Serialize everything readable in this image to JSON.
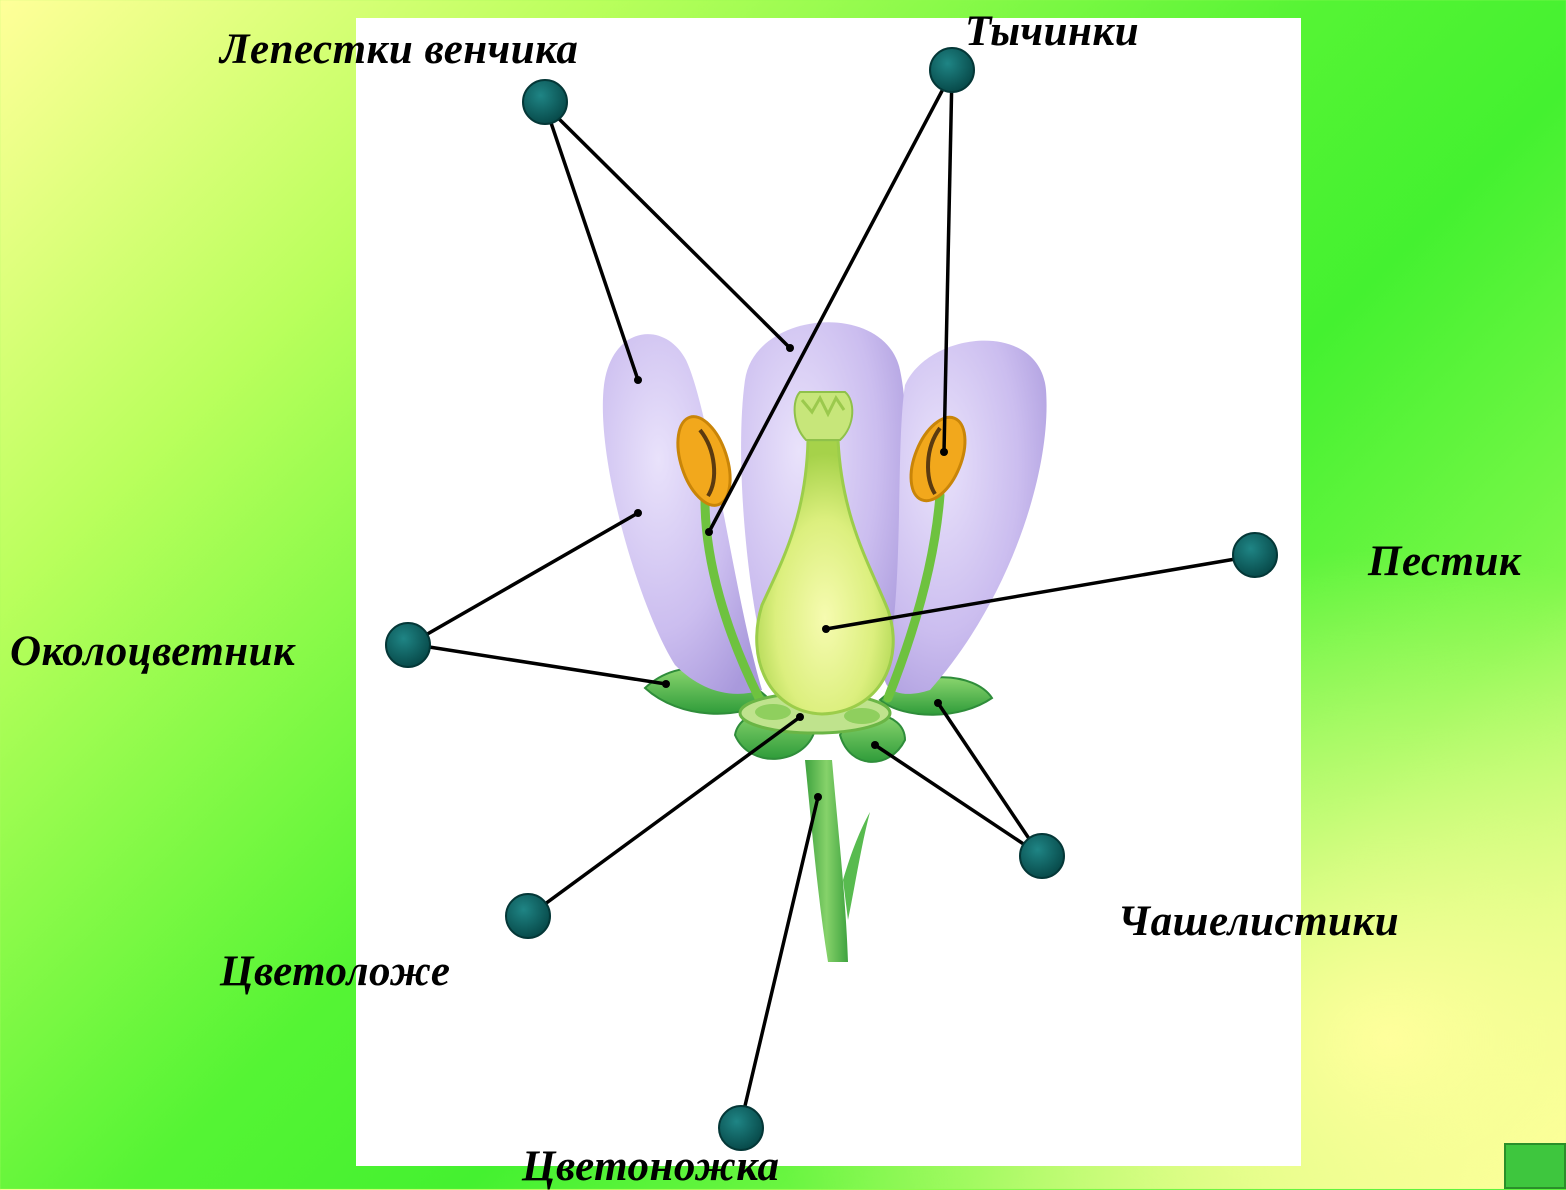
{
  "labels": {
    "corolla_petals": "Лепестки венчика",
    "stamens": "Тычинки",
    "pistil": "Пестик",
    "perianth": "Околоцветник",
    "receptacle": "Цветоложе",
    "sepals": "Чашелистики",
    "pedicel": "Цветоножка"
  },
  "colors": {
    "petal": "#c8b9ea",
    "sepal": "#4fb84f",
    "pistil": "#d9ee7a",
    "anther": "#f2a81c",
    "marker": "#0d5e5e",
    "leader_line": "#000000"
  },
  "nav_button_icon": "square-button-icon"
}
